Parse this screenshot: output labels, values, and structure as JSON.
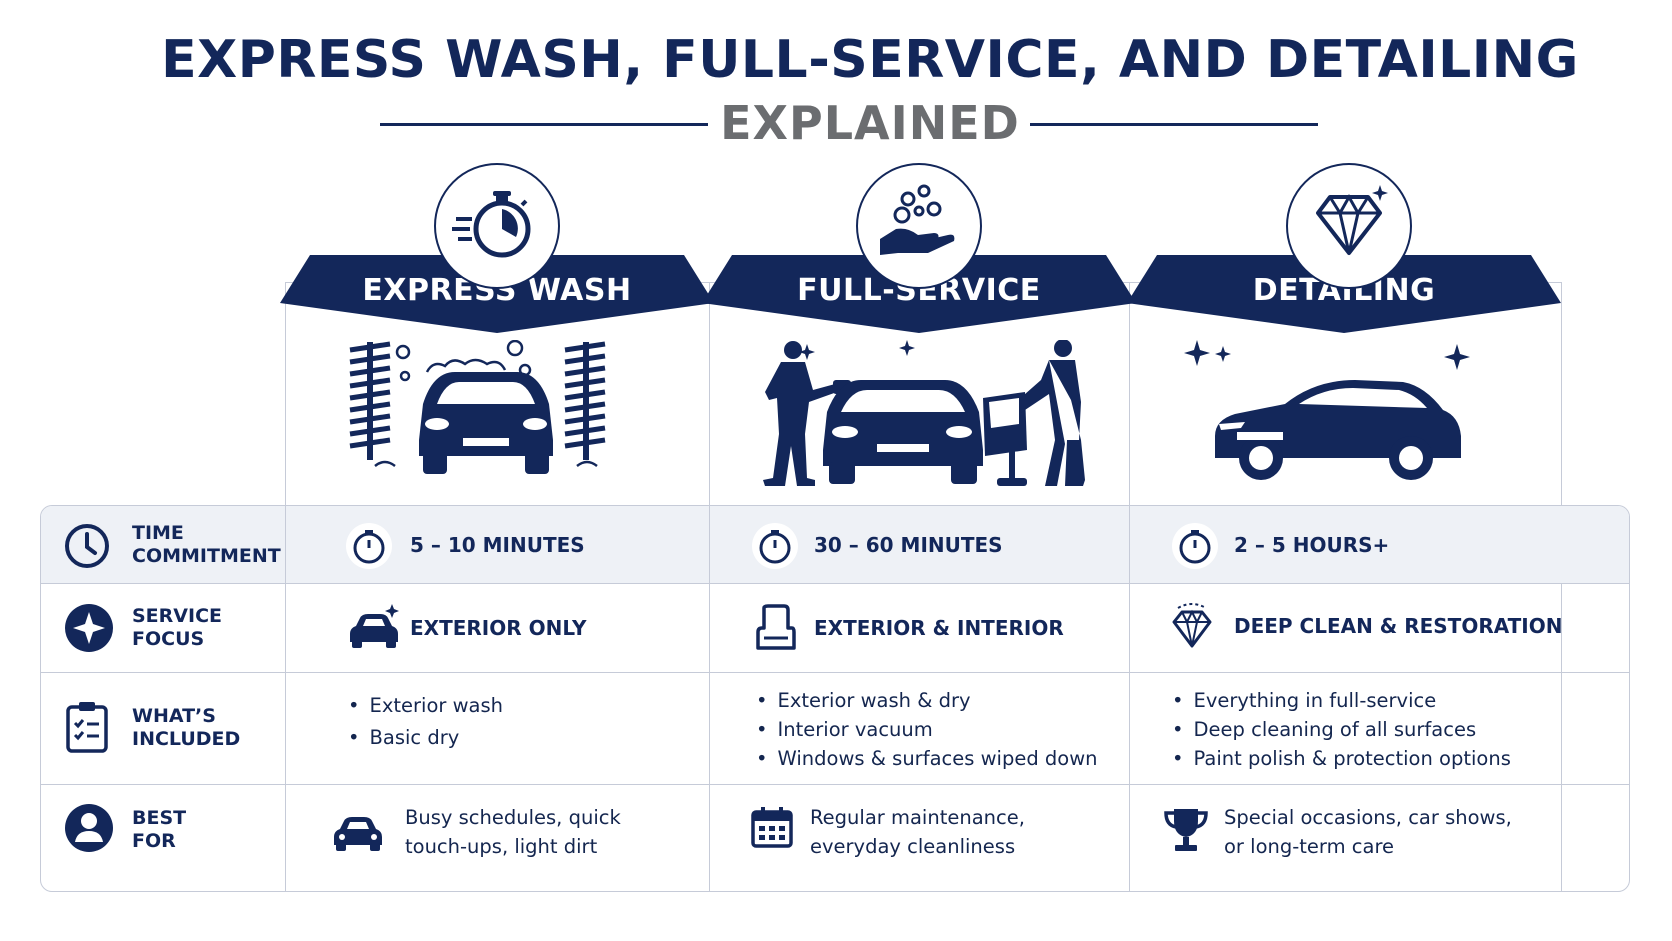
{
  "title": "EXPRESS WASH, FULL-SERVICE, AND DETAILING",
  "subtitle": "EXPLAINED",
  "columns": [
    {
      "name": "EXPRESS WASH",
      "icon": "stopwatch-icon",
      "illustration": "car-in-brush-wash"
    },
    {
      "name": "FULL-SERVICE",
      "icon": "hand-with-bubbles-icon",
      "illustration": "car-with-two-workers"
    },
    {
      "name": "DETAILING",
      "icon": "diamond-icon",
      "illustration": "shiny-sedan"
    }
  ],
  "rows": {
    "time": {
      "label_line1": "TIME",
      "label_line2": "COMMITMENT",
      "icon": "clock-icon",
      "values": [
        "5 – 10 MINUTES",
        "30 – 60 MINUTES",
        "2 – 5 HOURS+"
      ]
    },
    "focus": {
      "label_line1": "SERVICE",
      "label_line2": "FOCUS",
      "icon": "sparkle-icon",
      "values": [
        "EXTERIOR ONLY",
        "EXTERIOR & INTERIOR",
        "DEEP CLEAN & RESTORATION"
      ],
      "icons": [
        "car-sparkle-icon",
        "car-seat-icon",
        "diamond-sparkle-icon"
      ]
    },
    "included": {
      "label_line1": "WHAT’S",
      "label_line2": "INCLUDED",
      "icon": "checklist-icon",
      "values": [
        [
          "Exterior wash",
          "Basic dry"
        ],
        [
          "Exterior wash & dry",
          "Interior vacuum",
          "Windows & surfaces wiped down"
        ],
        [
          "Everything in full-service",
          "Deep cleaning of all surfaces",
          "Paint polish & protection options"
        ]
      ]
    },
    "best": {
      "label_line1": "BEST",
      "label_line2": "FOR",
      "icon": "person-icon",
      "values": [
        [
          "Busy schedules, quick",
          "touch-ups, light dirt"
        ],
        [
          "Regular maintenance,",
          "everyday cleanliness"
        ],
        [
          "Special occasions, car shows,",
          "or long-term care"
        ]
      ],
      "icons": [
        "car-icon",
        "calendar-icon",
        "trophy-icon"
      ]
    }
  },
  "colors": {
    "navy": "#13275a",
    "gray": "#6b6d70",
    "row_tint": "#eef1f6",
    "border": "#c6cbd8"
  }
}
